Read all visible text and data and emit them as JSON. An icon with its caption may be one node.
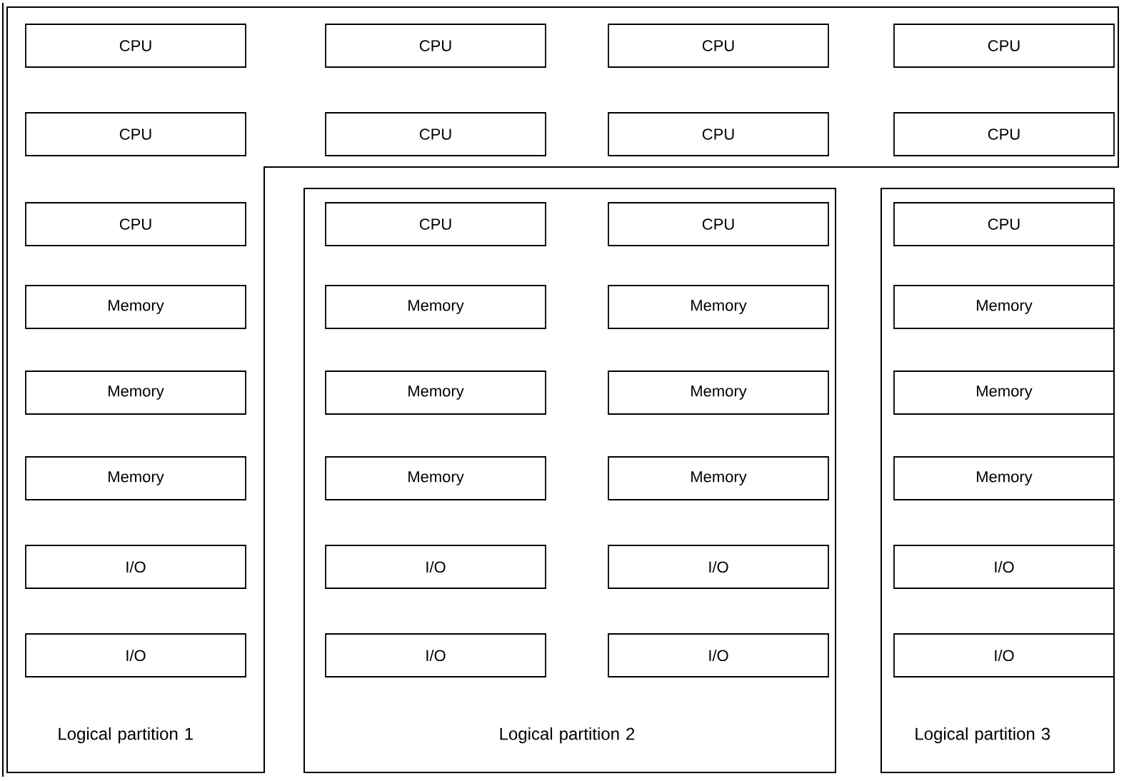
{
  "diagram": {
    "nodes": [
      {
        "text": [
          "Logical partition 1"
        ]
      },
      {
        "text": [
          "CPU"
        ],
        "in": 0
      },
      {
        "text": [
          "CPU"
        ],
        "in": 0
      },
      {
        "text": [
          "CPU"
        ],
        "in": 0
      },
      {
        "text": [
          "CPU"
        ],
        "in": 0
      },
      {
        "text": [
          "CPU"
        ],
        "in": 0
      },
      {
        "text": [
          "CPU"
        ],
        "in": 0
      },
      {
        "text": [
          "CPU"
        ],
        "in": 0
      },
      {
        "text": [
          "CPU"
        ],
        "in": 0
      },
      {
        "text": [
          "CPU"
        ],
        "in": 0
      },
      {
        "text": [
          "Memory"
        ],
        "in": 0
      },
      {
        "text": [
          "Memory"
        ],
        "in": 0
      },
      {
        "text": [
          "Memory"
        ],
        "in": 0
      },
      {
        "text": [
          "I/O"
        ],
        "in": 0
      },
      {
        "text": [
          "I/O"
        ],
        "in": 0
      },
      {
        "text": [
          "Logical partition 2"
        ]
      },
      {
        "text": [
          "CPU"
        ],
        "in": 15
      },
      {
        "text": [
          "CPU"
        ],
        "in": 15
      },
      {
        "text": [
          "Memory"
        ],
        "in": 15
      },
      {
        "text": [
          "Memory"
        ],
        "in": 15
      },
      {
        "text": [
          "Memory"
        ],
        "in": 15
      },
      {
        "text": [
          "Memory"
        ],
        "in": 15
      },
      {
        "text": [
          "Memory"
        ],
        "in": 15
      },
      {
        "text": [
          "Memory"
        ],
        "in": 15
      },
      {
        "text": [
          "I/O"
        ],
        "in": 15
      },
      {
        "text": [
          "I/O"
        ],
        "in": 15
      },
      {
        "text": [
          "I/O"
        ],
        "in": 15
      },
      {
        "text": [
          "I/O"
        ],
        "in": 15
      },
      {
        "text": [
          "Logical partition 3"
        ]
      },
      {
        "text": [
          "CPU"
        ],
        "in": 28
      },
      {
        "text": [
          "Memory"
        ],
        "in": 28
      },
      {
        "text": [
          "Memory"
        ],
        "in": 28
      },
      {
        "text": [
          "Memory"
        ],
        "in": 28
      },
      {
        "text": [
          "I/O"
        ],
        "in": 28
      },
      {
        "text": [
          "I/O"
        ],
        "in": 28
      }
    ]
  }
}
